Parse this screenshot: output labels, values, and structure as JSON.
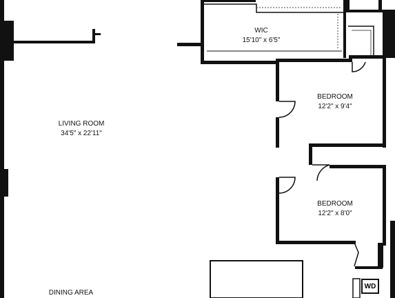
{
  "rooms": {
    "wic": {
      "name": "WIC",
      "dimensions": "15'10\" x 6'5\""
    },
    "living_room": {
      "name": "LIVING ROOM",
      "dimensions": "34'5\" x 22'11\""
    },
    "bedroom_1": {
      "name": "BEDROOM",
      "dimensions": "12'2\" x 9'4\""
    },
    "bedroom_2": {
      "name": "BEDROOM",
      "dimensions": "12'2\" x 8'0\""
    },
    "dining_area": {
      "name": "DINING AREA"
    }
  },
  "fixtures": {
    "washer_dryer": "WD"
  }
}
